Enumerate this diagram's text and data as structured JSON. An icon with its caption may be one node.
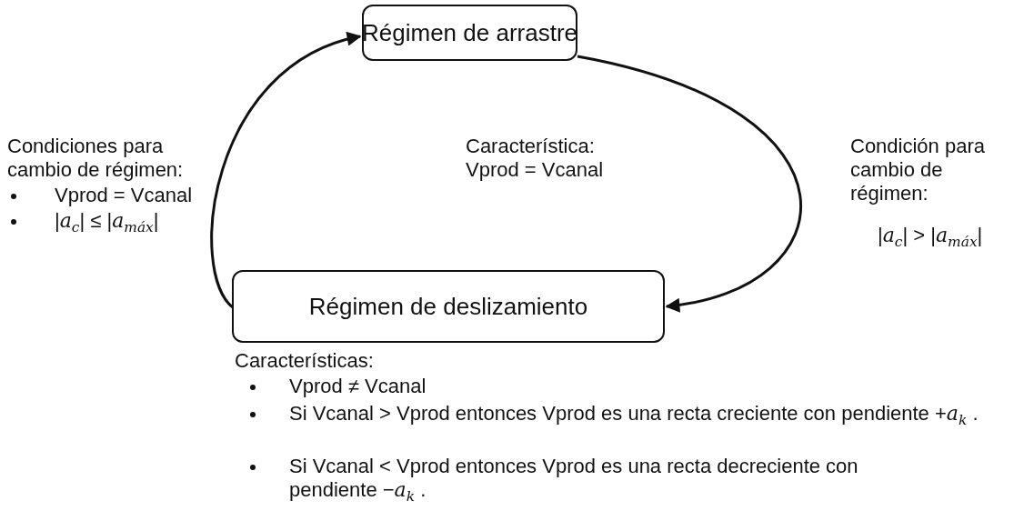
{
  "diagram": {
    "nodes": [
      {
        "text": [
          "Régimen de arrastre"
        ],
        "beside": [
          "Característica:",
          "Vprod = Vcanal"
        ]
      },
      {
        "text": [
          "Régimen de deslizamiento"
        ],
        "beside": [
          "Características:",
          "Vprod ≠ Vcanal",
          "Si Vcanal > Vprod entonces Vprod es una recta creciente con pendiente +*a*$_{k}$ .",
          "Si Vcanal < Vprod entonces Vprod es una recta decreciente con pendiente −*a*$_{k}$ ."
        ]
      }
    ],
    "edges": [
      {
        "from": 1,
        "to": 0,
        "arrow": "to"
      },
      {
        "from": 0,
        "to": 1,
        "arrow": "to"
      }
    ],
    "labels": [
      "Condiciones para cambio de régimen:",
      "Vprod = Vcanal",
      "|*a*$_{c}$| ≤ |*a*$_{máx}$|",
      "Condición para cambio de régimen:",
      "|*a*$_{c}$| > |*a*$_{máx}$|"
    ]
  }
}
